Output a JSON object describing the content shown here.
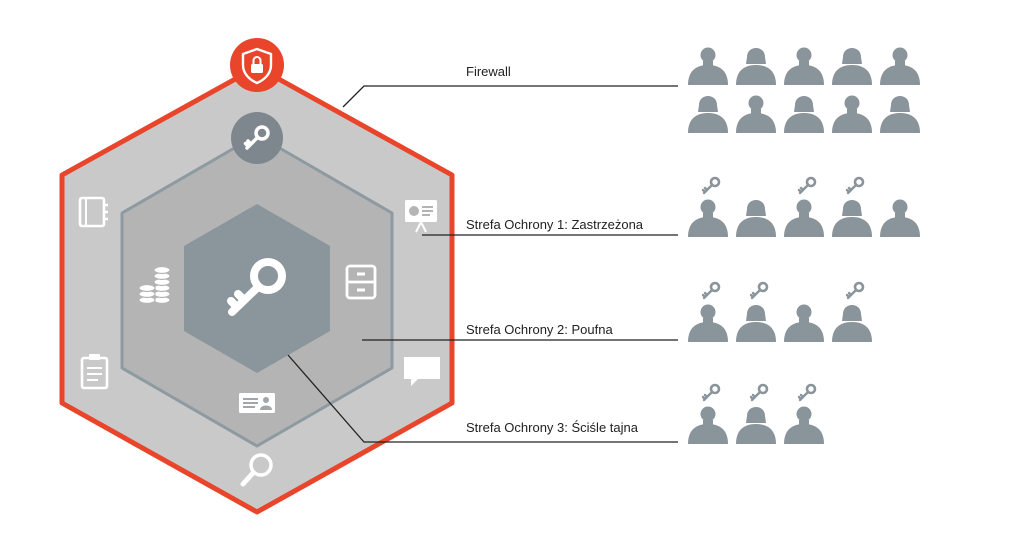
{
  "colors": {
    "firewall_orange": "#E8452B",
    "outer_zone": "#C9C9C9",
    "middle_zone": "#B4B4B4",
    "inner_zone": "#9FA5A8",
    "core_zone": "#8A959C",
    "person": "#8A949B",
    "leader_line": "#222222"
  },
  "icons": {
    "firewall_badge": "shield-lock-icon",
    "zone1_badge": "key-icon",
    "core": "key-icon",
    "outer_ring": [
      "notebook-icon",
      "presentation-board-icon",
      "speech-bubble-icon",
      "magnifier-icon",
      "clipboard-icon"
    ],
    "inner_ring": [
      "coin-stack-icon",
      "filing-cabinet-icon",
      "id-card-icon"
    ]
  },
  "zones": [
    {
      "label": "Firewall",
      "people": 10,
      "key_holders": []
    },
    {
      "label": "Strefa Ochrony 1: Zastrzeżona",
      "people": 5,
      "key_holders": [
        0,
        2,
        3
      ]
    },
    {
      "label": "Strefa Ochrony 2: Poufna",
      "people": 4,
      "key_holders": [
        0,
        1,
        3
      ]
    },
    {
      "label": "Strefa Ochrony 3: Ściśle tajna",
      "people": 3,
      "key_holders": [
        0,
        1,
        2
      ]
    }
  ]
}
